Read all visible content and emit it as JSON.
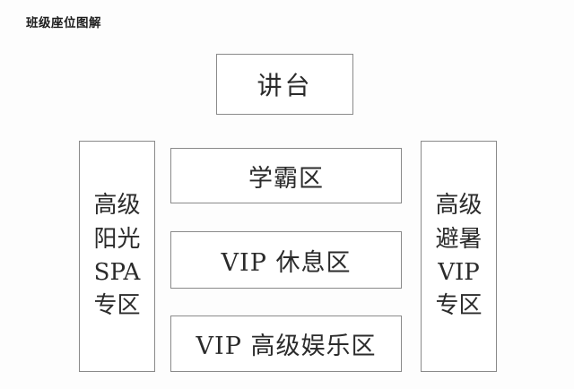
{
  "diagram": {
    "title": "班级座位图解",
    "background_color": "#fdfdfd",
    "border_color": "#8a8a8a",
    "text_color": "#2b2b2b",
    "podium": {
      "label": "讲台"
    },
    "left_column": {
      "lines": [
        "高级",
        "阳光",
        "SPA",
        "专区"
      ],
      "full_label": "高级阳光SPA专区"
    },
    "right_column": {
      "lines": [
        "高级",
        "避暑",
        "VIP",
        "专区"
      ],
      "full_label": "高级避暑VIP专区"
    },
    "center_rows": [
      {
        "label": "学霸区"
      },
      {
        "label": "VIP 休息区"
      },
      {
        "label": "VIP 高级娱乐区"
      }
    ]
  }
}
